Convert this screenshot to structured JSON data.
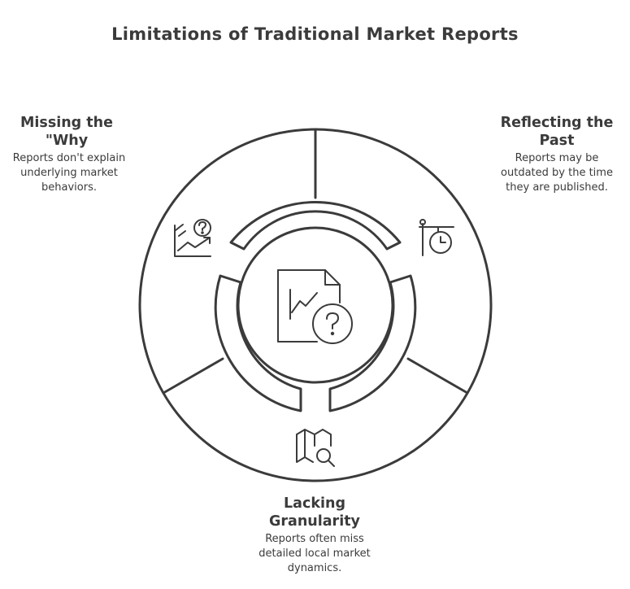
{
  "title": "Limitations of Traditional Market Reports",
  "segments": [
    {
      "heading_lines": [
        "Missing the",
        "\"Why"
      ],
      "description_lines": [
        "Reports don't explain",
        "underlying market",
        "behaviors."
      ],
      "icon": "chart-question-icon"
    },
    {
      "heading_lines": [
        "Reflecting the",
        "Past"
      ],
      "description_lines": [
        "Reports may be",
        "outdated by the time",
        "they are published."
      ],
      "icon": "timeline-clock-icon"
    },
    {
      "heading_lines": [
        "Lacking",
        "Granularity"
      ],
      "description_lines": [
        "Reports often miss",
        "detailed local market",
        "dynamics."
      ],
      "icon": "map-search-icon"
    }
  ],
  "center_icon": "report-question-icon",
  "colors": {
    "stroke": "#3b3b3b",
    "fill": "#ffffff",
    "text": "#3b3b3b"
  }
}
